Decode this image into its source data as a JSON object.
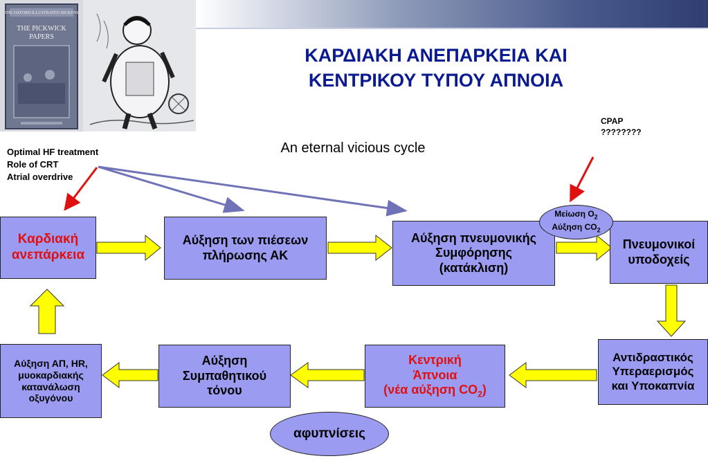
{
  "title": {
    "line1": "ΚΑΡΔΙΑΚΗ ΑΝΕΠΑΡΚΕΙΑ ΚΑΙ",
    "line2": "ΚΕΝΤΡΙΚΟΥ ΤΥΠΟΥ ΑΠΝΟΙΑ"
  },
  "subtitle": "An eternal vicious cycle",
  "book_cover": {
    "line1": "THE OXFORD ILLUSTRATED DICKENS",
    "line2": "THE PICKWICK",
    "line3": "PAPERS"
  },
  "notes": [
    "Optimal HF treatment",
    "Role of CRT",
    "Atrial overdrive"
  ],
  "cpap": [
    "CPAP",
    "????????"
  ],
  "gas_ellipse": {
    "line1_text": "Μείωση Ο",
    "line1_sub": "2",
    "line2_text": "Αύξηση CO",
    "line2_sub": "2"
  },
  "boxes": {
    "heart_failure": [
      "Καρδιακή",
      "ανεπάρκεια"
    ],
    "filling_pressure": [
      "Αύξηση των πιέσεων",
      "πλήρωσης ΑΚ"
    ],
    "pulmonary_congestion": [
      "Αύξηση πνευμονικής",
      "Συμφόρησης",
      "(κατάκλιση)"
    ],
    "pulmonary_receptors": [
      "Πνευμονικοί",
      "υποδοχείς"
    ],
    "hyperventilation": [
      "Αντιδραστικός",
      "Υπεραερισμός",
      "και Υποκαπνία"
    ],
    "central_apnea": {
      "line1": "Κεντρική",
      "line2": "Άπνοια",
      "line3_text": "(νέα αύξηση CO",
      "line3_sub": "2",
      "line3_end": ")"
    },
    "sympathetic": [
      "Αύξηση",
      "Συμπαθητικού",
      "τόνου"
    ],
    "bp_hr": [
      "Αύξηση ΑΠ, HR,",
      "μυοκαρδιακής",
      "κατανάλωση",
      "οξυγόνου"
    ]
  },
  "arousals": "αφυπνίσεις",
  "colors": {
    "box_fill": "#9b9cf1",
    "arrow_fill": "#ffff00",
    "title": "#0a1a90",
    "accent_red": "#e01010",
    "pointer": "#7072b8"
  }
}
